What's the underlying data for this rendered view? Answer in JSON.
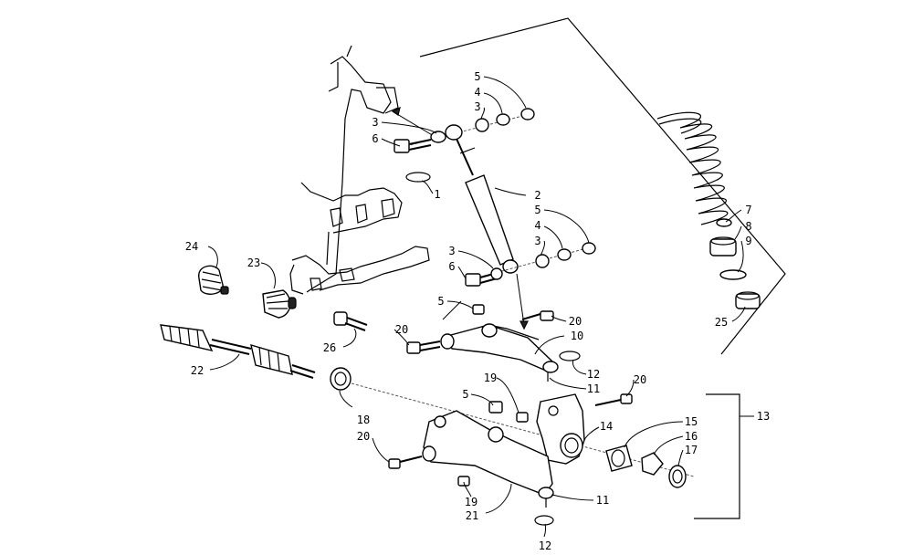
{
  "callouts": [
    {
      "id": "c5a",
      "text": "5"
    },
    {
      "id": "c4a",
      "text": "4"
    },
    {
      "id": "c3a",
      "text": "3"
    },
    {
      "id": "c3b",
      "text": "3"
    },
    {
      "id": "c6a",
      "text": "6"
    },
    {
      "id": "c1",
      "text": "1"
    },
    {
      "id": "c2",
      "text": "2"
    },
    {
      "id": "c5b",
      "text": "5"
    },
    {
      "id": "c4b",
      "text": "4"
    },
    {
      "id": "c3c",
      "text": "3"
    },
    {
      "id": "c3d",
      "text": "3"
    },
    {
      "id": "c6b",
      "text": "6"
    },
    {
      "id": "c7",
      "text": "7"
    },
    {
      "id": "c8",
      "text": "8"
    },
    {
      "id": "c9",
      "text": "9"
    },
    {
      "id": "c25",
      "text": "25"
    },
    {
      "id": "c24",
      "text": "24"
    },
    {
      "id": "c23",
      "text": "23"
    },
    {
      "id": "c5c",
      "text": "5"
    },
    {
      "id": "c20a",
      "text": "20"
    },
    {
      "id": "c20b",
      "text": "20"
    },
    {
      "id": "c26",
      "text": "26"
    },
    {
      "id": "c10",
      "text": "10"
    },
    {
      "id": "c22",
      "text": "22"
    },
    {
      "id": "c12a",
      "text": "12"
    },
    {
      "id": "c11a",
      "text": "11"
    },
    {
      "id": "c20c",
      "text": "20"
    },
    {
      "id": "c19a",
      "text": "19"
    },
    {
      "id": "c5d",
      "text": "5"
    },
    {
      "id": "c13",
      "text": "13"
    },
    {
      "id": "c18",
      "text": "18"
    },
    {
      "id": "c14",
      "text": "14"
    },
    {
      "id": "c15",
      "text": "15"
    },
    {
      "id": "c16",
      "text": "16"
    },
    {
      "id": "c17",
      "text": "17"
    },
    {
      "id": "c20d",
      "text": "20"
    },
    {
      "id": "c19b",
      "text": "19"
    },
    {
      "id": "c11b",
      "text": "11"
    },
    {
      "id": "c21",
      "text": "21"
    },
    {
      "id": "c12b",
      "text": "12"
    }
  ]
}
